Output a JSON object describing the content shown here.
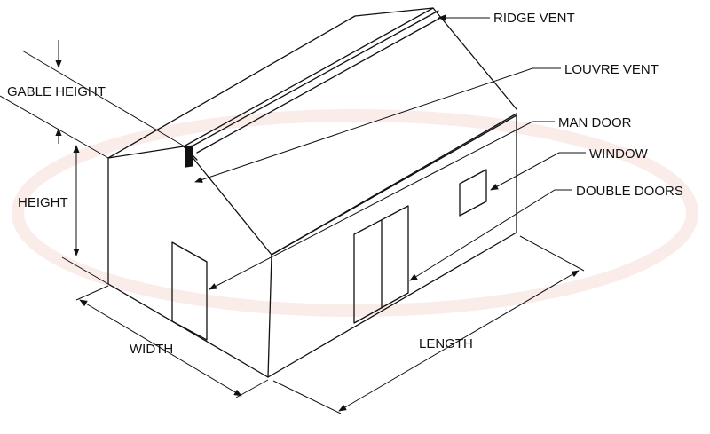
{
  "labels": {
    "ridge_vent": "RIDGE VENT",
    "louvre_vent": "LOUVRE VENT",
    "man_door": "MAN DOOR",
    "window": "WINDOW",
    "double_doors": "DOUBLE DOORS",
    "gable_height": "GABLE HEIGHT",
    "height": "HEIGHT",
    "width": "WIDTH",
    "length": "LENGTH"
  },
  "colors": {
    "line": "#111111",
    "watermark": "#f6dcd6",
    "background": "#ffffff"
  }
}
